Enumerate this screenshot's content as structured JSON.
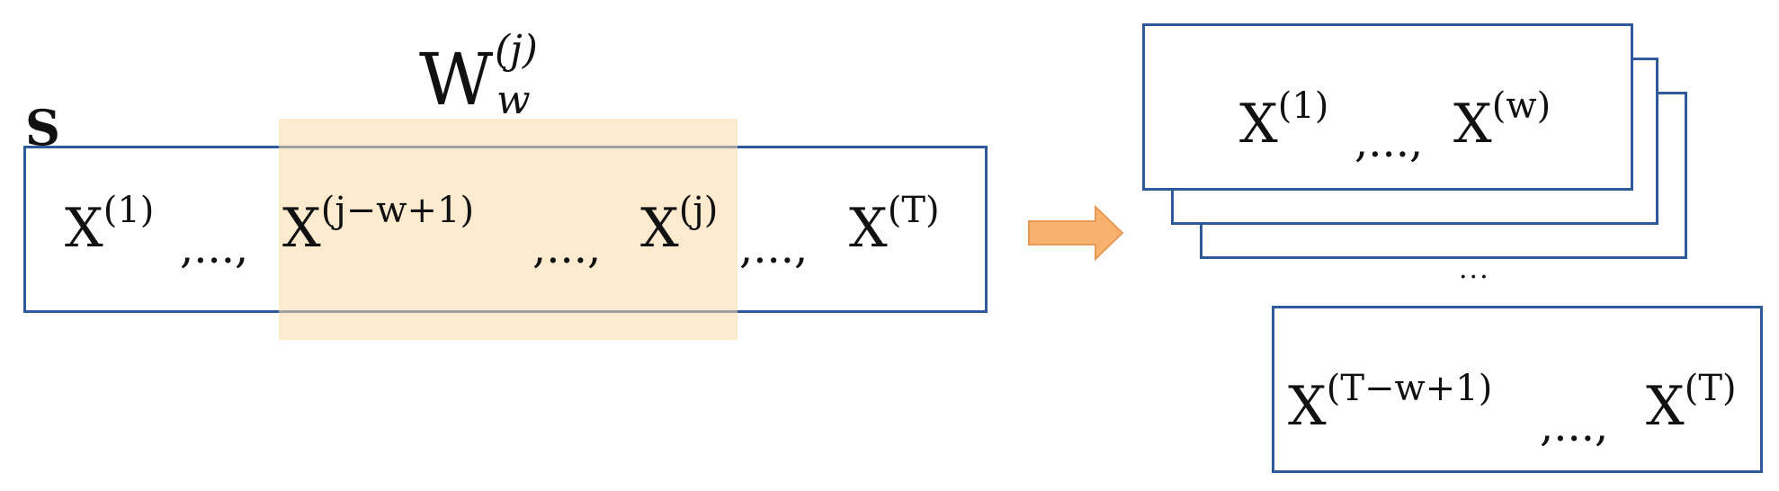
{
  "sequence_label": "S",
  "window_label": {
    "base": "W",
    "superscript": "(j)",
    "subscript": "w"
  },
  "sequence": {
    "x1": {
      "base": "X",
      "sup": "(1)"
    },
    "sep1": ",...,",
    "xjw": {
      "base": "X",
      "sup": "(j−w+1)"
    },
    "sep2": ",...,",
    "xj": {
      "base": "X",
      "sup": "(j)"
    },
    "sep3": ",...,",
    "xT": {
      "base": "X",
      "sup": "(T)"
    }
  },
  "windows": {
    "first": {
      "a": {
        "base": "X",
        "sup": "(1)"
      },
      "sep": ",...,",
      "b": {
        "base": "X",
        "sup": "(w)"
      }
    },
    "ellipsis": "...",
    "last": {
      "a": {
        "base": "X",
        "sup": "(T−w+1)"
      },
      "sep": ",...,",
      "b": {
        "base": "X",
        "sup": "(T)"
      }
    }
  },
  "colors": {
    "box_border": "#2e5a9c",
    "highlight": "#fcdbaa",
    "arrow": "#f9b26e"
  },
  "icons": {
    "arrow": "right-arrow-icon"
  }
}
